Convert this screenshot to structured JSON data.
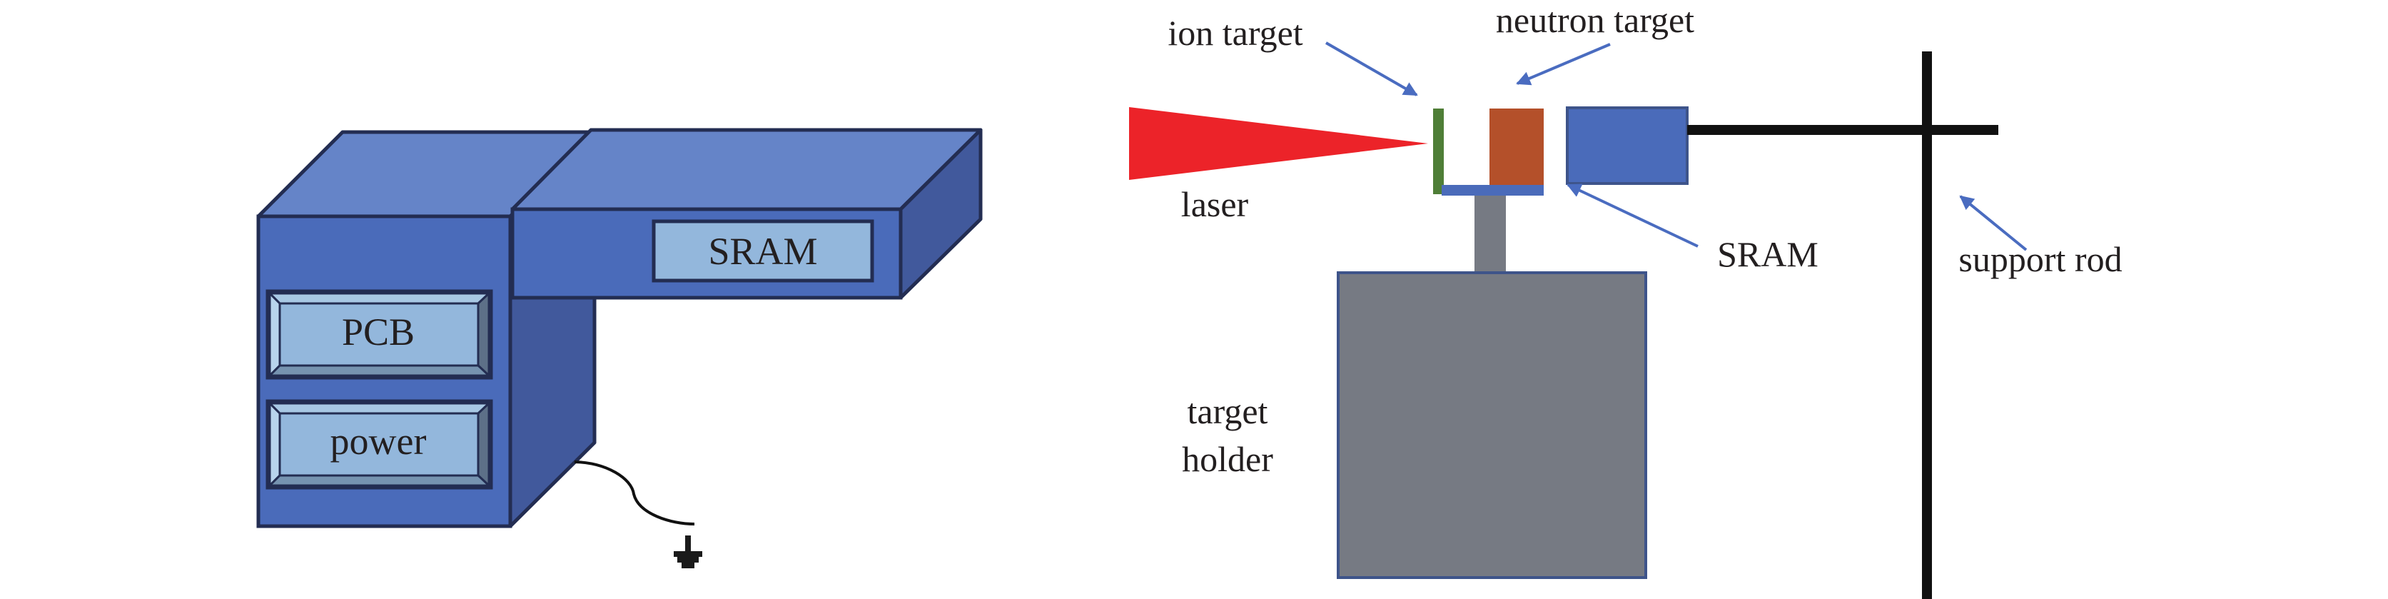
{
  "left_diagram": {
    "sram_label": "SRAM",
    "pcb_label": "PCB",
    "power_label": "power",
    "ground_symbol": "ground-icon"
  },
  "right_diagram": {
    "ion_target_label": "ion target",
    "neutron_target_label": "neutron target",
    "laser_label": "laser",
    "sram_label": "SRAM",
    "support_rod_label": "support rod",
    "target_holder_line1": "target",
    "target_holder_line2": "holder"
  },
  "colors": {
    "box_front": "#4a6bba",
    "box_top": "#6584c8",
    "box_side": "#41599c",
    "outline": "#232d52",
    "panel_fill": "#93b7dc",
    "panel_bevel_light": "#a8c8e4",
    "panel_bevel_left": "#b8d4ec",
    "panel_bevel_dark": "#5d7088",
    "panel_bevel_bottom": "#7693b0",
    "laser": "#ec2329",
    "ion_target": "#4f7e37",
    "neutron_target": "#b4502a",
    "sram_box": "#4a6bba",
    "holder": "#767a83",
    "holder_outline": "#3e548a",
    "rod": "#111111",
    "arrow": "#4a6cc0"
  }
}
